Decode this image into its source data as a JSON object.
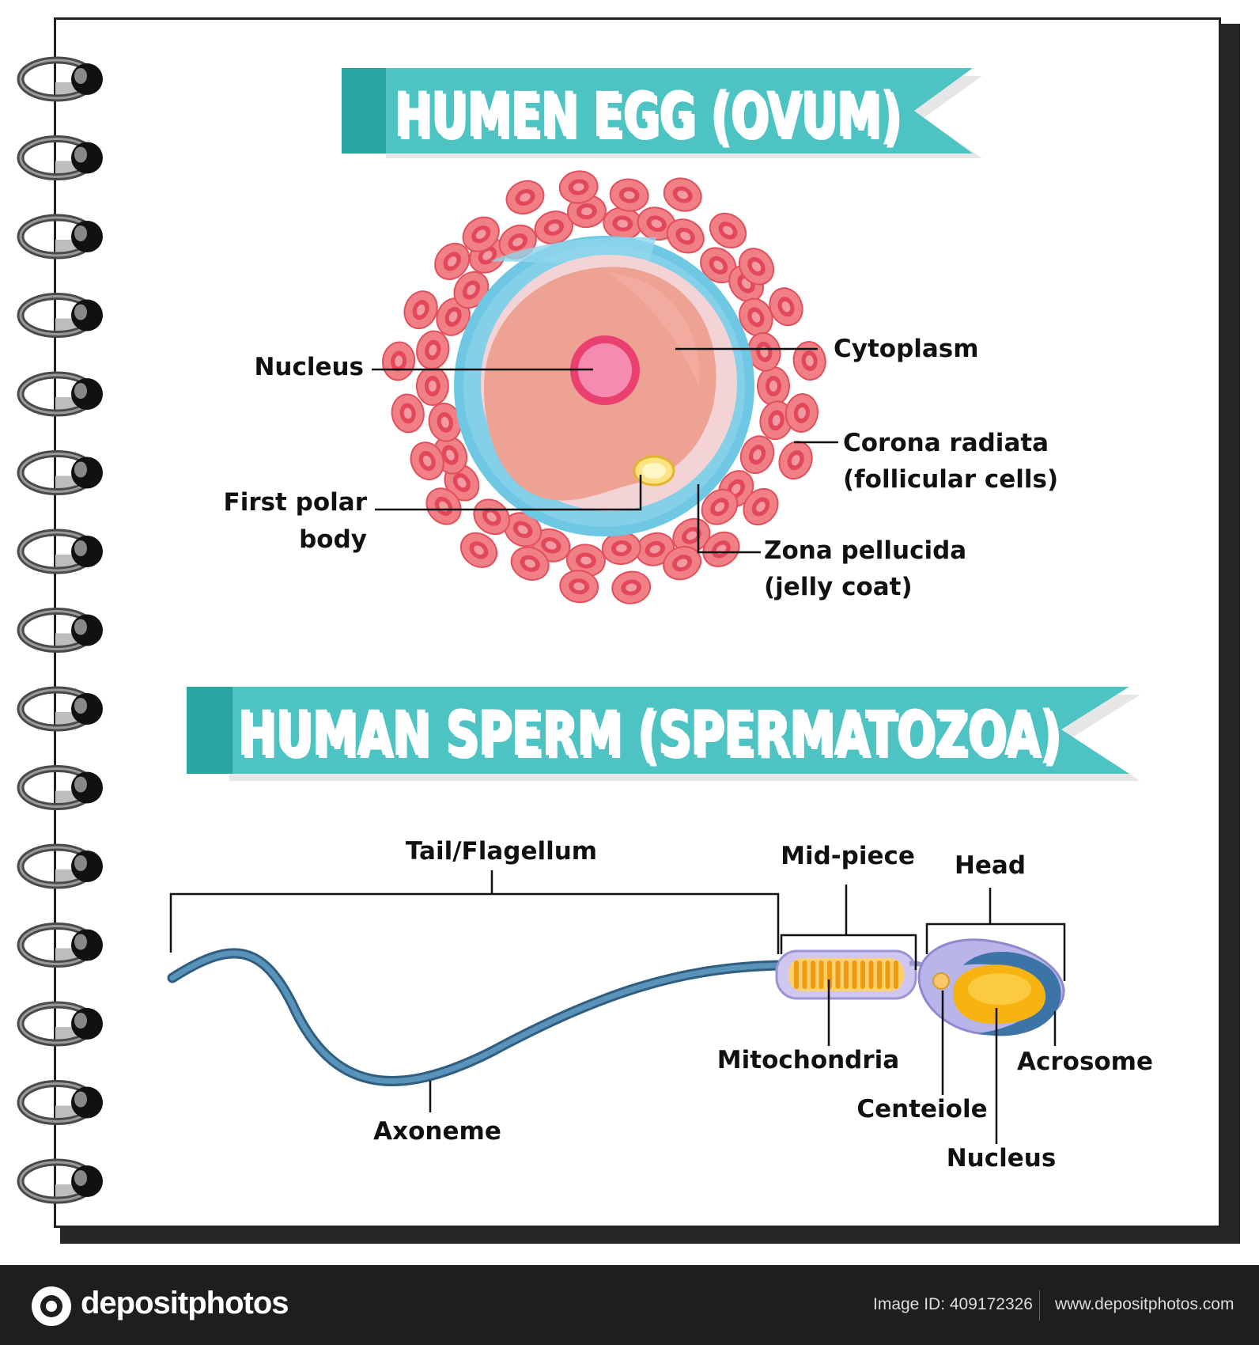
{
  "egg_section": {
    "title": "HUMEN EGG (OVUM)",
    "labels": {
      "nucleus": "Nucleus",
      "cytoplasm": "Cytoplasm",
      "corona_line1": "Corona radiata",
      "corona_line2": "(follicular cells)",
      "polar_line1": "First polar",
      "polar_line2": "body",
      "zona_line1": "Zona pellucida",
      "zona_line2": "(jelly coat)"
    }
  },
  "sperm_section": {
    "title": "HUMAN SPERM (SPERMATOZOA)",
    "labels": {
      "tail": "Tail/Flagellum",
      "midpiece": "Mid-piece",
      "head": "Head",
      "mitochondria": "Mitochondria",
      "acrosome": "Acrosome",
      "centriole": "Centeiole",
      "nucleus": "Nucleus",
      "axoneme": "Axoneme"
    }
  },
  "footer": {
    "brand": "depositphotos",
    "image_id": "Image ID: 409172326",
    "url": "www.depositphotos.com"
  },
  "colors": {
    "banner": "#4ec3c3",
    "banner_dark": "#2aa6a2",
    "follicle": "#f07f86",
    "zona": "#6ec8e3",
    "cytoplasm": "#eda293",
    "nucleus": "#f06a99",
    "tail": "#4f86ad",
    "mitochondria": "#f7b12a",
    "head": "#b9b5ea"
  }
}
